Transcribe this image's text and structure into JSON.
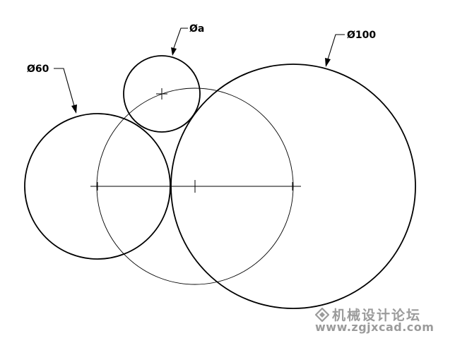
{
  "labels": {
    "small_circle": "Øa",
    "left_circle": "Ø60",
    "right_circle": "Ø100"
  },
  "watermark": {
    "title": "机械设计论坛",
    "url": "www.zgjxcad.com",
    "color": "#4a4a4a",
    "logo_icon": "diamond-logo-icon"
  },
  "colors": {
    "line": "#000000",
    "background": "#ffffff"
  }
}
